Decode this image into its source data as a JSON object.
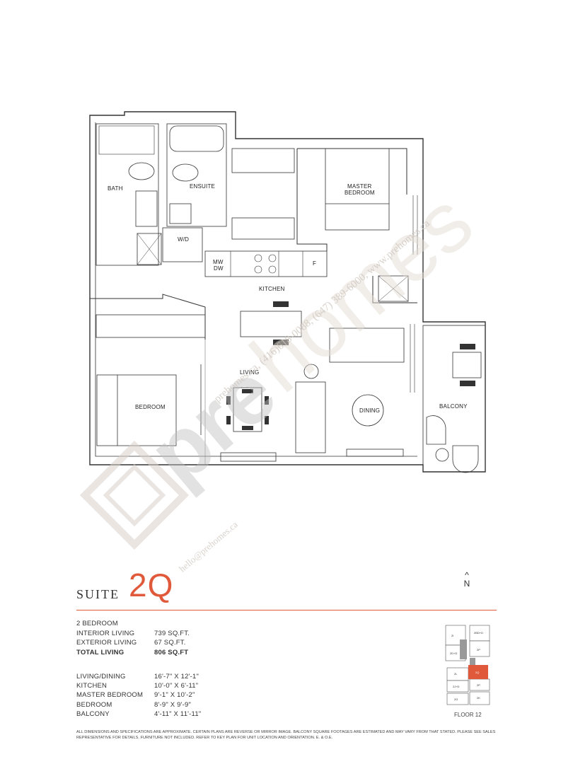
{
  "plan": {
    "rooms": {
      "bath": "BATH",
      "ensuite": "ENSUITE",
      "master_bedroom_l1": "MASTER",
      "master_bedroom_l2": "BEDROOM",
      "wd": "W/D",
      "mw": "MW",
      "dw": "DW",
      "fridge": "F",
      "kitchen": "KITCHEN",
      "living": "LIVING",
      "bedroom": "BEDROOM",
      "dining": "DINING",
      "balcony": "BALCONY"
    }
  },
  "title": {
    "suite_word": "SUITE",
    "suite_number": "2Q"
  },
  "compass": {
    "arrow": "^",
    "letter": "N"
  },
  "specs": {
    "bedrooms": "2 BEDROOM",
    "areas": [
      {
        "label": "INTERIOR LIVING",
        "value": "739 SQ.FT.",
        "bold": false
      },
      {
        "label": "EXTERIOR LIVING",
        "value": "67 SQ.FT.",
        "bold": false
      },
      {
        "label": "TOTAL LIVING",
        "value": "806 SQ.FT",
        "bold": true
      }
    ],
    "dimensions": [
      {
        "label": "LIVING/DINING",
        "value": "16'-7\" X 12'-1\""
      },
      {
        "label": "KITCHEN",
        "value": "10'-0\" X 6'-11\""
      },
      {
        "label": "MASTER BEDROOM",
        "value": "9'-1\" X 10'-2\""
      },
      {
        "label": "BEDROOM",
        "value": "8'-9\" X 9'-9\""
      },
      {
        "label": "BALCONY",
        "value": "4'-11\" X 11'-11\""
      }
    ]
  },
  "key_plan": {
    "floor_label": "FLOOR 12",
    "unit_labels": [
      "2I",
      "2BD+D",
      "2D+D",
      "2P",
      "2L",
      "2Q",
      "2J+D",
      "2P",
      "2G",
      "2K"
    ],
    "highlight_color": "#e0593a"
  },
  "disclaimer": "ALL DIMENSIONS AND SPECIFICATIONS ARE APPROXIMATE. CERTAIN PLANS ARE REVERSE OR MIRROR IMAGE. BALCONY SQUARE FOOTAGES ARE ESTIMATED AND MAY VARY FROM THAT STATED. PLEASE SEE SALES REPRESENTATIVE FOR DETAILS. FURNITURE NOT INCLUDED. REFER TO KEY PLAN FOR UNIT LOCATION AND ORIENTATION. E. & O.E.",
  "watermark": {
    "brand": "prehomes",
    "contact": "prehomes.ca, (416)618-0088, (647) 389-6000, www.prehomes.ca",
    "email": "hello@prehomes.ca"
  }
}
